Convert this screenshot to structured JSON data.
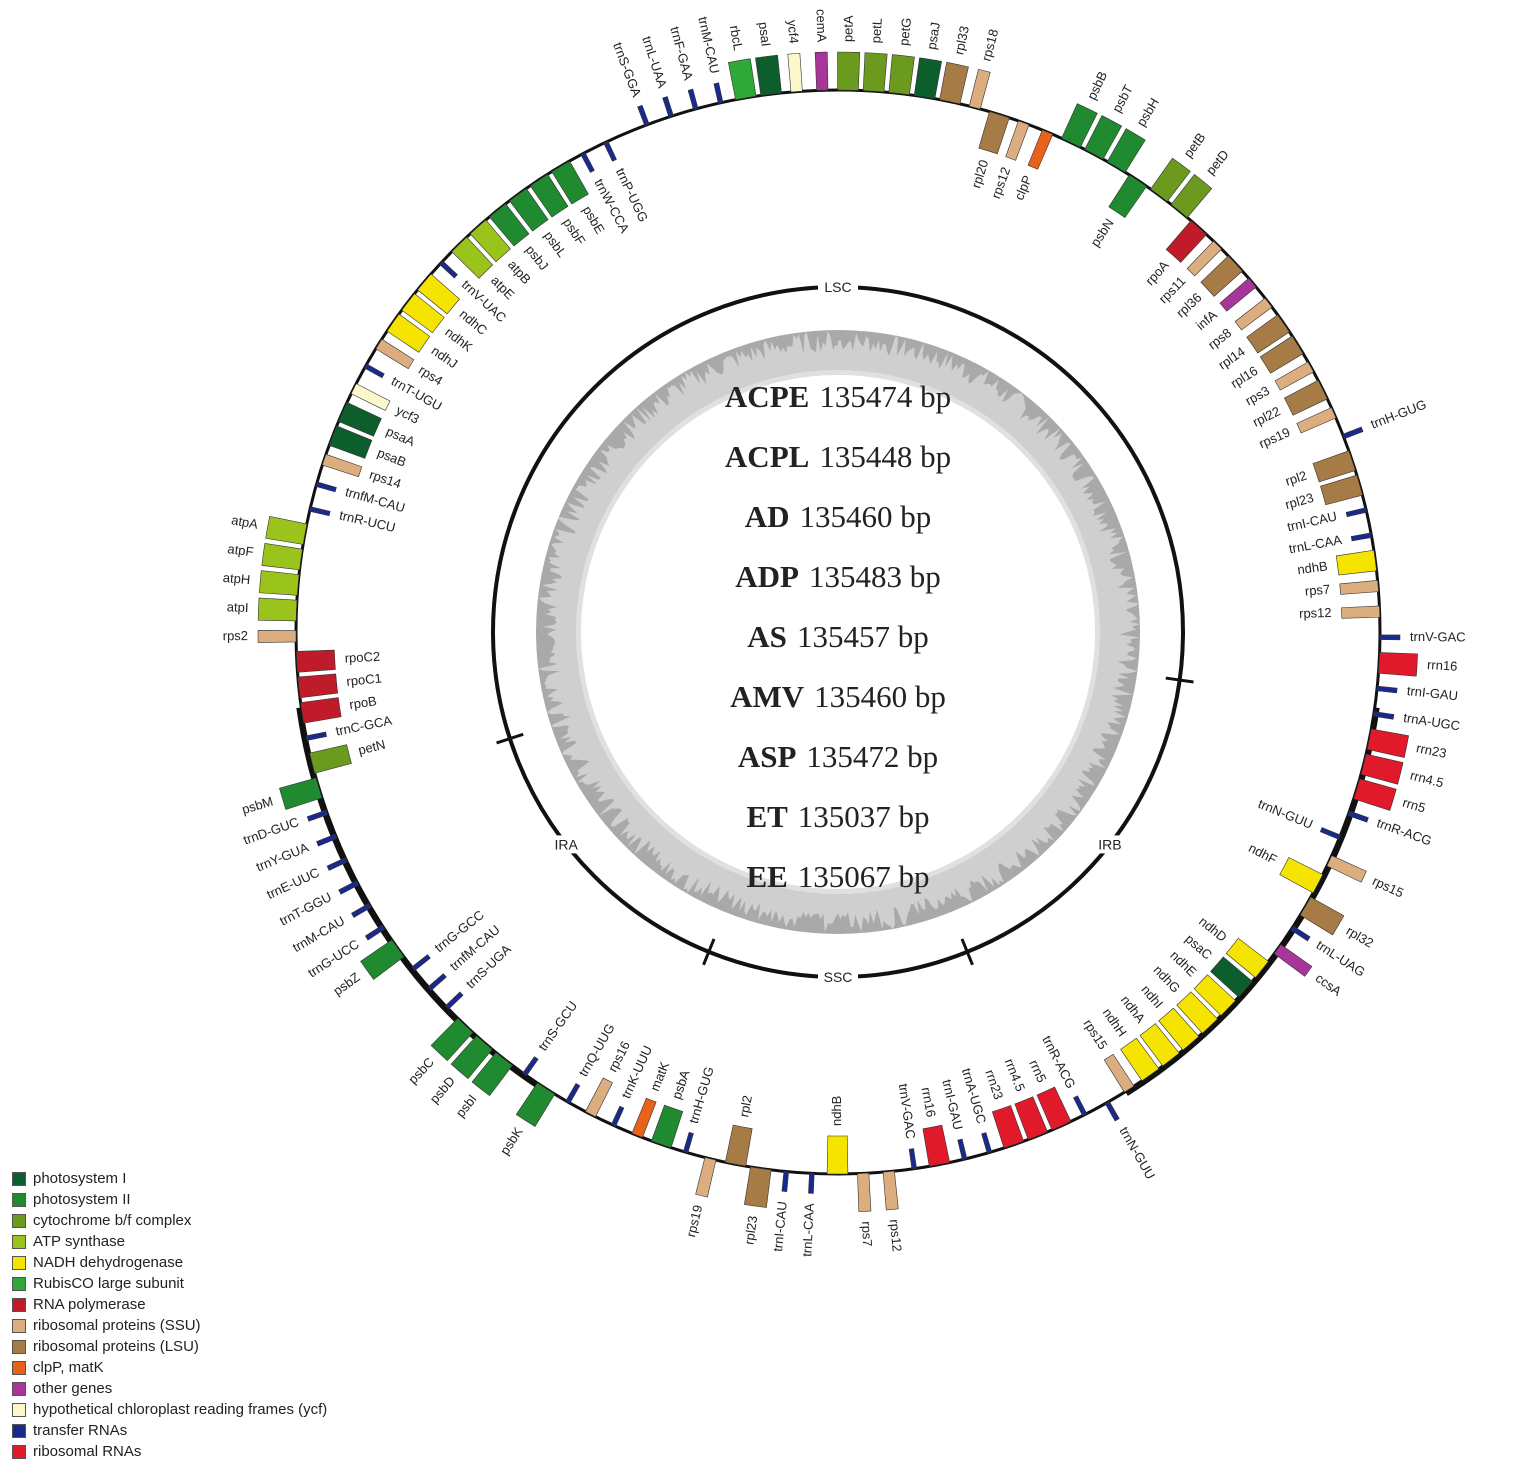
{
  "genomes": [
    {
      "name": "ACPE",
      "size": "135474 bp"
    },
    {
      "name": "ACPL",
      "size": "135448 bp"
    },
    {
      "name": "AD",
      "size": "135460 bp"
    },
    {
      "name": "ADP",
      "size": "135483 bp"
    },
    {
      "name": "AS",
      "size": "135457 bp"
    },
    {
      "name": "AMV",
      "size": "135460 bp"
    },
    {
      "name": "ASP",
      "size": "135472 bp"
    },
    {
      "name": "ET",
      "size": "135037 bp"
    },
    {
      "name": "EE",
      "size": "135067 bp"
    }
  ],
  "regions": {
    "lsc": "LSC",
    "ira": "IRA",
    "irb": "IRB",
    "ssc": "SSC"
  },
  "categories": {
    "ps1": "#0d5e2d",
    "ps2": "#1f8a2f",
    "cyt": "#6b9a1e",
    "atp": "#9ac31c",
    "ndh": "#f5e400",
    "rbcl": "#2ea836",
    "rpo": "#c01b2a",
    "ssu": "#dcae7f",
    "lsu": "#a67b45",
    "clp": "#e8621c",
    "oth": "#a8359a",
    "ycf": "#fdf7cc",
    "trna": "#1a2a8c",
    "rrna": "#e0192b"
  },
  "legend": [
    {
      "label": "photosystem I",
      "cat": "ps1"
    },
    {
      "label": "photosystem II",
      "cat": "ps2"
    },
    {
      "label": "cytochrome b/f complex",
      "cat": "cyt"
    },
    {
      "label": "ATP synthase",
      "cat": "atp"
    },
    {
      "label": "NADH dehydrogenase",
      "cat": "ndh"
    },
    {
      "label": "RubisCO large subunit",
      "cat": "rbcl"
    },
    {
      "label": "RNA polymerase",
      "cat": "rpo"
    },
    {
      "label": "ribosomal proteins (SSU)",
      "cat": "ssu"
    },
    {
      "label": "ribosomal proteins (LSU)",
      "cat": "lsu"
    },
    {
      "label": "clpP, matK",
      "cat": "clp"
    },
    {
      "label": "other genes",
      "cat": "oth"
    },
    {
      "label": "hypothetical chloroplast reading frames (ycf)",
      "cat": "ycf"
    },
    {
      "label": "transfer RNAs",
      "cat": "trna"
    },
    {
      "label": "ribosomal RNAs",
      "cat": "rrna"
    }
  ],
  "genes": [
    {
      "label": "trnS-GGA",
      "cat": "trna",
      "side": "out"
    },
    {
      "label": "trnL-UAA",
      "cat": "trna",
      "side": "out"
    },
    {
      "label": "trnF-GAA",
      "cat": "trna",
      "side": "out"
    },
    {
      "label": "trnM-CAU",
      "cat": "trna",
      "side": "out"
    },
    {
      "label": "rbcL",
      "cat": "rbcl",
      "side": "out"
    },
    {
      "label": "psaI",
      "cat": "ps1",
      "side": "out"
    },
    {
      "label": "ycf4",
      "cat": "ycf",
      "side": "out"
    },
    {
      "label": "cemA",
      "cat": "oth",
      "side": "out"
    },
    {
      "label": "petA",
      "cat": "cyt",
      "side": "out"
    },
    {
      "label": "petL",
      "cat": "cyt",
      "side": "out"
    },
    {
      "label": "petG",
      "cat": "cyt",
      "side": "out"
    },
    {
      "label": "psaJ",
      "cat": "ps1",
      "side": "out"
    },
    {
      "label": "rpl33",
      "cat": "lsu",
      "side": "out"
    },
    {
      "label": "rps18",
      "cat": "ssu",
      "side": "out"
    },
    {
      "label": "rpl20",
      "cat": "lsu",
      "side": "in"
    },
    {
      "label": "rps12",
      "cat": "ssu",
      "side": "in"
    },
    {
      "label": "clpP",
      "cat": "clp",
      "side": "in"
    },
    {
      "label": "psbB",
      "cat": "ps2",
      "side": "out"
    },
    {
      "label": "psbT",
      "cat": "ps2",
      "side": "out"
    },
    {
      "label": "psbH",
      "cat": "ps2",
      "side": "out"
    },
    {
      "label": "psbN",
      "cat": "ps2",
      "side": "in"
    },
    {
      "label": "petB",
      "cat": "cyt",
      "side": "out"
    },
    {
      "label": "petD",
      "cat": "cyt",
      "side": "out"
    },
    {
      "label": "rpoA",
      "cat": "rpo",
      "side": "in"
    },
    {
      "label": "rps11",
      "cat": "ssu",
      "side": "in"
    },
    {
      "label": "rpl36",
      "cat": "lsu",
      "side": "in"
    },
    {
      "label": "infA",
      "cat": "oth",
      "side": "in"
    },
    {
      "label": "rps8",
      "cat": "ssu",
      "side": "in"
    },
    {
      "label": "rpl14",
      "cat": "lsu",
      "side": "in"
    },
    {
      "label": "rpl16",
      "cat": "lsu",
      "side": "in"
    },
    {
      "label": "rps3",
      "cat": "ssu",
      "side": "in"
    },
    {
      "label": "rpl22",
      "cat": "lsu",
      "side": "in"
    },
    {
      "label": "rps19",
      "cat": "ssu",
      "side": "in"
    },
    {
      "label": "trnH-GUG",
      "cat": "trna",
      "side": "out"
    },
    {
      "label": "rpl2",
      "cat": "lsu",
      "side": "in"
    },
    {
      "label": "rpl23",
      "cat": "lsu",
      "side": "in"
    },
    {
      "label": "trnI-CAU",
      "cat": "trna",
      "side": "in"
    },
    {
      "label": "trnL-CAA",
      "cat": "trna",
      "side": "in"
    },
    {
      "label": "ndhB",
      "cat": "ndh",
      "side": "in"
    },
    {
      "label": "rps7",
      "cat": "ssu",
      "side": "in"
    },
    {
      "label": "rps12",
      "cat": "ssu",
      "side": "in"
    },
    {
      "label": "trnV-GAC",
      "cat": "trna",
      "side": "out"
    },
    {
      "label": "rrn16",
      "cat": "rrna",
      "side": "out"
    },
    {
      "label": "trnI-GAU",
      "cat": "trna",
      "side": "out"
    },
    {
      "label": "trnA-UGC",
      "cat": "trna",
      "side": "out"
    },
    {
      "label": "rrn23",
      "cat": "rrna",
      "side": "out"
    },
    {
      "label": "rrn4.5",
      "cat": "rrna",
      "side": "out"
    },
    {
      "label": "rrn5",
      "cat": "rrna",
      "side": "out"
    },
    {
      "label": "trnR-ACG",
      "cat": "trna",
      "side": "out"
    },
    {
      "label": "trnN-GUU",
      "cat": "trna",
      "side": "in"
    },
    {
      "label": "rps15",
      "cat": "ssu",
      "side": "out"
    },
    {
      "label": "ndhF",
      "cat": "ndh",
      "side": "in"
    },
    {
      "label": "rpl32",
      "cat": "lsu",
      "side": "out"
    },
    {
      "label": "trnL-UAG",
      "cat": "trna",
      "side": "out"
    },
    {
      "label": "ccsA",
      "cat": "oth",
      "side": "out"
    },
    {
      "label": "ndhD",
      "cat": "ndh",
      "side": "in"
    },
    {
      "label": "psaC",
      "cat": "ps1",
      "side": "in"
    },
    {
      "label": "ndhE",
      "cat": "ndh",
      "side": "in"
    },
    {
      "label": "ndhG",
      "cat": "ndh",
      "side": "in"
    },
    {
      "label": "ndhI",
      "cat": "ndh",
      "side": "in"
    },
    {
      "label": "ndhA",
      "cat": "ndh",
      "side": "in"
    },
    {
      "label": "ndhH",
      "cat": "ndh",
      "side": "in"
    },
    {
      "label": "rps15",
      "cat": "ssu",
      "side": "in"
    },
    {
      "label": "trnN-GUU",
      "cat": "trna",
      "side": "out"
    },
    {
      "label": "trnR-ACG",
      "cat": "trna",
      "side": "in"
    },
    {
      "label": "rrn5",
      "cat": "rrna",
      "side": "in"
    },
    {
      "label": "rrn4.5",
      "cat": "rrna",
      "side": "in"
    },
    {
      "label": "rrn23",
      "cat": "rrna",
      "side": "in"
    },
    {
      "label": "trnA-UGC",
      "cat": "trna",
      "side": "in"
    },
    {
      "label": "trnI-GAU",
      "cat": "trna",
      "side": "in"
    },
    {
      "label": "rrn16",
      "cat": "rrna",
      "side": "in"
    },
    {
      "label": "trnV-GAC",
      "cat": "trna",
      "side": "in"
    },
    {
      "label": "rps12",
      "cat": "ssu",
      "side": "out"
    },
    {
      "label": "rps7",
      "cat": "ssu",
      "side": "out"
    },
    {
      "label": "ndhB",
      "cat": "ndh",
      "side": "in"
    },
    {
      "label": "trnL-CAA",
      "cat": "trna",
      "side": "out"
    },
    {
      "label": "trnI-CAU",
      "cat": "trna",
      "side": "out"
    },
    {
      "label": "rpl23",
      "cat": "lsu",
      "side": "out"
    },
    {
      "label": "rpl2",
      "cat": "lsu",
      "side": "in"
    },
    {
      "label": "rps19",
      "cat": "ssu",
      "side": "out"
    },
    {
      "label": "trnH-GUG",
      "cat": "trna",
      "side": "in"
    },
    {
      "label": "psbA",
      "cat": "ps2",
      "side": "in"
    },
    {
      "label": "matK",
      "cat": "clp",
      "side": "in"
    },
    {
      "label": "trnK-UUU",
      "cat": "trna",
      "side": "in"
    },
    {
      "label": "rps16",
      "cat": "ssu",
      "side": "in"
    },
    {
      "label": "trnQ-UUG",
      "cat": "trna",
      "side": "in"
    },
    {
      "label": "psbK",
      "cat": "ps2",
      "side": "out"
    },
    {
      "label": "trnS-GCU",
      "cat": "trna",
      "side": "in"
    },
    {
      "label": "psbI",
      "cat": "ps2",
      "side": "out"
    },
    {
      "label": "psbD",
      "cat": "ps2",
      "side": "out"
    },
    {
      "label": "psbC",
      "cat": "ps2",
      "side": "out"
    },
    {
      "label": "trnS-UGA",
      "cat": "trna",
      "side": "in"
    },
    {
      "label": "trnfM-CAU",
      "cat": "trna",
      "side": "in"
    },
    {
      "label": "trnG-GCC",
      "cat": "trna",
      "side": "in"
    },
    {
      "label": "psbZ",
      "cat": "ps2",
      "side": "out"
    },
    {
      "label": "trnG-UCC",
      "cat": "trna",
      "side": "out"
    },
    {
      "label": "trnM-CAU",
      "cat": "trna",
      "side": "out"
    },
    {
      "label": "trnT-GGU",
      "cat": "trna",
      "side": "out"
    },
    {
      "label": "trnE-UUC",
      "cat": "trna",
      "side": "out"
    },
    {
      "label": "trnY-GUA",
      "cat": "trna",
      "side": "out"
    },
    {
      "label": "trnD-GUC",
      "cat": "trna",
      "side": "out"
    },
    {
      "label": "psbM",
      "cat": "ps2",
      "side": "out"
    },
    {
      "label": "petN",
      "cat": "cyt",
      "side": "in"
    },
    {
      "label": "trnC-GCA",
      "cat": "trna",
      "side": "in"
    },
    {
      "label": "rpoB",
      "cat": "rpo",
      "side": "in"
    },
    {
      "label": "rpoC1",
      "cat": "rpo",
      "side": "in"
    },
    {
      "label": "rpoC2",
      "cat": "rpo",
      "side": "in"
    },
    {
      "label": "rps2",
      "cat": "ssu",
      "side": "out"
    },
    {
      "label": "atpI",
      "cat": "atp",
      "side": "out"
    },
    {
      "label": "atpH",
      "cat": "atp",
      "side": "out"
    },
    {
      "label": "atpF",
      "cat": "atp",
      "side": "out"
    },
    {
      "label": "atpA",
      "cat": "atp",
      "side": "out"
    },
    {
      "label": "trnR-UCU",
      "cat": "trna",
      "side": "in"
    },
    {
      "label": "trnfM-CAU",
      "cat": "trna",
      "side": "in"
    },
    {
      "label": "rps14",
      "cat": "ssu",
      "side": "in"
    },
    {
      "label": "psaB",
      "cat": "ps1",
      "side": "in"
    },
    {
      "label": "psaA",
      "cat": "ps1",
      "side": "in"
    },
    {
      "label": "ycf3",
      "cat": "ycf",
      "side": "in"
    },
    {
      "label": "trnT-UGU",
      "cat": "trna",
      "side": "in"
    },
    {
      "label": "rps4",
      "cat": "ssu",
      "side": "in"
    },
    {
      "label": "ndhJ",
      "cat": "ndh",
      "side": "in"
    },
    {
      "label": "ndhK",
      "cat": "ndh",
      "side": "in"
    },
    {
      "label": "ndhC",
      "cat": "ndh",
      "side": "in"
    },
    {
      "label": "trnV-UAC",
      "cat": "trna",
      "side": "in"
    },
    {
      "label": "atpE",
      "cat": "atp",
      "side": "in"
    },
    {
      "label": "atpB",
      "cat": "atp",
      "side": "in"
    },
    {
      "label": "psbJ",
      "cat": "ps2",
      "side": "in"
    },
    {
      "label": "psbL",
      "cat": "ps2",
      "side": "in"
    },
    {
      "label": "psbF",
      "cat": "ps2",
      "side": "in"
    },
    {
      "label": "psbE",
      "cat": "ps2",
      "side": "in"
    },
    {
      "label": "trnW-CCA",
      "cat": "trna",
      "side": "in"
    },
    {
      "label": "trnP-UGG",
      "cat": "trna",
      "side": "in"
    }
  ]
}
